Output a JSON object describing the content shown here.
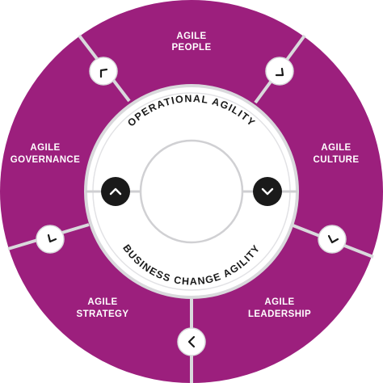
{
  "colors": {
    "ring": "#9c1f7d",
    "divider": "#d9d9dc",
    "inner_ring": "#ffffff",
    "inner_border": "#d0d0d3",
    "dark_button": "#1a1a1a",
    "text_dark": "#1a1a1a"
  },
  "segments": [
    {
      "id": "people",
      "line1": "AGILE",
      "line2": "PEOPLE",
      "icon": "chevron-icon"
    },
    {
      "id": "culture",
      "line1": "AGILE",
      "line2": "CULTURE",
      "icon": "chevron-icon"
    },
    {
      "id": "leadership",
      "line1": "AGILE",
      "line2": "LEADERSHIP",
      "icon": "chevron-icon"
    },
    {
      "id": "strategy",
      "line1": "AGILE",
      "line2": "STRATEGY",
      "icon": "chevron-icon"
    },
    {
      "id": "governance",
      "line1": "AGILE",
      "line2": "GOVERNANCE",
      "icon": "chevron-icon"
    }
  ],
  "inner": {
    "top_label": "OPERATIONAL AGILITY",
    "bottom_label": "BUSINESS CHANGE AGILITY",
    "left_button_icon": "chevron-up-icon",
    "right_button_icon": "chevron-down-icon"
  }
}
